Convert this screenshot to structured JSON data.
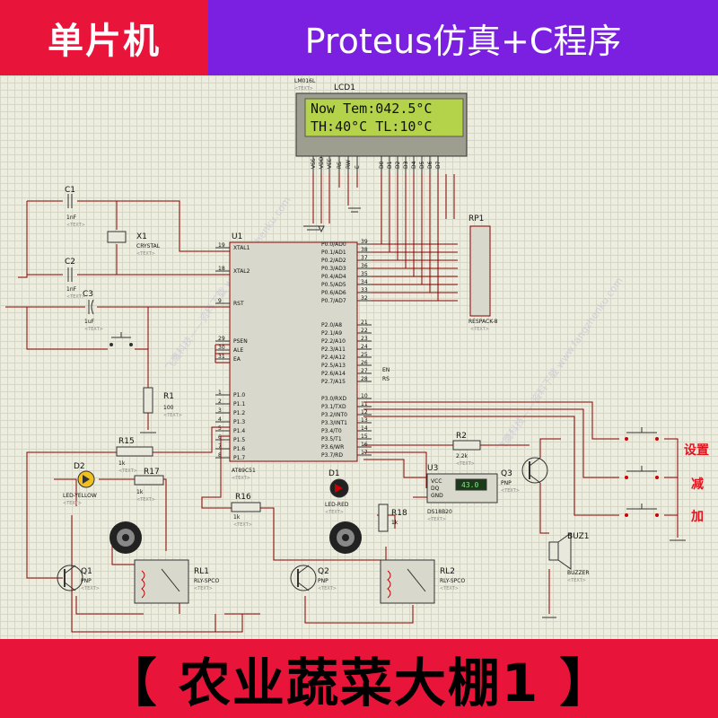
{
  "banner": {
    "left": "单片机",
    "right": "Proteus仿真+C程序",
    "bottom": "【 农业蔬菜大棚1 】"
  },
  "watermark": "飞鹰科技——资料下载 www.fangzhenku.com",
  "lcd": {
    "model": "LM016L",
    "ref": "LCD1",
    "line1": "Now Tem:042.5°C",
    "line2": "TH:40°C  TL:10°C",
    "pins": [
      "VSS",
      "VDD",
      "VEE",
      "RS",
      "RW",
      "E",
      "D0",
      "D1",
      "D2",
      "D3",
      "D4",
      "D5",
      "D6",
      "D7"
    ]
  },
  "mcu": {
    "ref": "U1",
    "model": "AT89C51",
    "left_pins": [
      {
        "num": "19",
        "name": "XTAL1"
      },
      {
        "num": "18",
        "name": "XTAL2"
      },
      {
        "num": "9",
        "name": "RST"
      },
      {
        "num": "29",
        "name": "PSEN"
      },
      {
        "num": "30",
        "name": "ALE"
      },
      {
        "num": "31",
        "name": "EA"
      },
      {
        "num": "1",
        "name": "P1.0"
      },
      {
        "num": "2",
        "name": "P1.1"
      },
      {
        "num": "3",
        "name": "P1.2"
      },
      {
        "num": "4",
        "name": "P1.3"
      },
      {
        "num": "5",
        "name": "P1.4"
      },
      {
        "num": "6",
        "name": "P1.5"
      },
      {
        "num": "7",
        "name": "P1.6"
      },
      {
        "num": "8",
        "name": "P1.7"
      }
    ],
    "right_pins": [
      {
        "num": "39",
        "name": "P0.0/AD0"
      },
      {
        "num": "38",
        "name": "P0.1/AD1"
      },
      {
        "num": "37",
        "name": "P0.2/AD2"
      },
      {
        "num": "36",
        "name": "P0.3/AD3"
      },
      {
        "num": "35",
        "name": "P0.4/AD4"
      },
      {
        "num": "34",
        "name": "P0.5/AD5"
      },
      {
        "num": "33",
        "name": "P0.6/AD6"
      },
      {
        "num": "32",
        "name": "P0.7/AD7"
      },
      {
        "num": "21",
        "name": "P2.0/A8"
      },
      {
        "num": "22",
        "name": "P2.1/A9"
      },
      {
        "num": "23",
        "name": "P2.2/A10"
      },
      {
        "num": "24",
        "name": "P2.3/A11"
      },
      {
        "num": "25",
        "name": "P2.4/A12"
      },
      {
        "num": "26",
        "name": "P2.5/A13"
      },
      {
        "num": "27",
        "name": "P2.6/A14"
      },
      {
        "num": "28",
        "name": "P2.7/A15"
      },
      {
        "num": "10",
        "name": "P3.0/RXD"
      },
      {
        "num": "11",
        "name": "P3.1/TXD"
      },
      {
        "num": "12",
        "name": "P3.2/INT0"
      },
      {
        "num": "13",
        "name": "P3.3/INT1"
      },
      {
        "num": "14",
        "name": "P3.4/T0"
      },
      {
        "num": "15",
        "name": "P3.5/T1"
      },
      {
        "num": "16",
        "name": "P3.6/WR"
      },
      {
        "num": "17",
        "name": "P3.7/RD"
      }
    ]
  },
  "parts": {
    "c1": {
      "ref": "C1",
      "val": "1nF"
    },
    "c2": {
      "ref": "C2",
      "val": "1nF"
    },
    "c3": {
      "ref": "C3",
      "val": "1uF"
    },
    "x1": {
      "ref": "X1",
      "val": "CRYSTAL"
    },
    "r1": {
      "ref": "R1",
      "val": "100"
    },
    "r2": {
      "ref": "R2",
      "val": "2.2k"
    },
    "r15": {
      "ref": "R15",
      "val": "1k"
    },
    "r16": {
      "ref": "R16",
      "val": "1k"
    },
    "r17": {
      "ref": "R17",
      "val": "1k"
    },
    "r18": {
      "ref": "R18",
      "val": "1k"
    },
    "rp1": {
      "ref": "RP1",
      "val": "RESPACK-8"
    },
    "d1": {
      "ref": "D1",
      "val": "LED-RED"
    },
    "d2": {
      "ref": "D2",
      "val": "LED-YELLOW"
    },
    "q1": {
      "ref": "Q1",
      "val": "PNP"
    },
    "q2": {
      "ref": "Q2",
      "val": "PNP"
    },
    "q3": {
      "ref": "Q3",
      "val": "PNP"
    },
    "rl1": {
      "ref": "RL1",
      "val": "RLY-SPCO"
    },
    "rl2": {
      "ref": "RL2",
      "val": "RLY-SPCO"
    },
    "buz": {
      "ref": "BUZ1",
      "val": "BUZZER"
    },
    "u3": {
      "ref": "U3",
      "val": "DS18B20",
      "reading": "43.0",
      "pins": [
        "VCC",
        "DQ",
        "GND"
      ]
    },
    "en": "EN",
    "rs": "RS",
    "text_tag": "<TEXT>"
  },
  "buttons": {
    "set": "设置",
    "dec": "减",
    "inc": "加"
  }
}
